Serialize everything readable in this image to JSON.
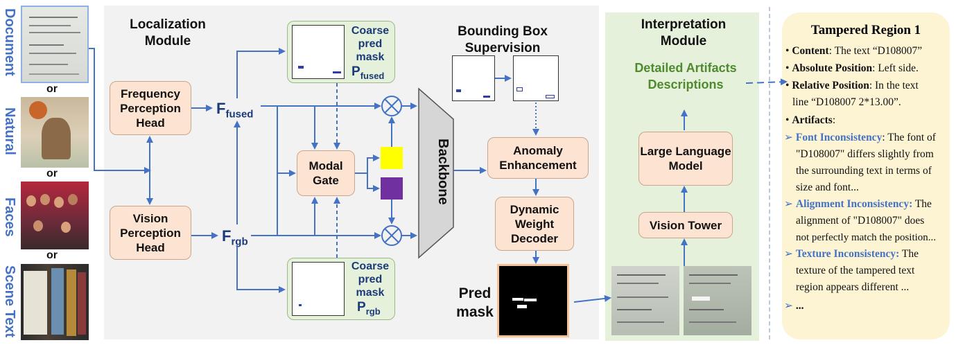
{
  "inputs": {
    "document": "Document",
    "natural": "Natural",
    "faces": "Faces",
    "scene_text": "Scene Text",
    "or": "or"
  },
  "localization": {
    "title": "Localization Module",
    "freq_head": "Frequency Perception Head",
    "vision_head": "Vision Perception Head",
    "modal_gate": "Modal Gate",
    "f_fused": "F",
    "f_fused_sub": "fused",
    "f_rgb": "F",
    "f_rgb_sub": "rgb",
    "coarse_top": "Coarse pred mask",
    "p_fused": "P",
    "p_fused_sub": "fused",
    "coarse_bottom": "Coarse pred mask",
    "p_rgb": "P",
    "p_rgb_sub": "rgb",
    "backbone": "Backbone",
    "bbox_title": "Bounding Box Supervision",
    "anomaly": "Anomaly Enhancement",
    "decoder": "Dynamic Weight Decoder",
    "pred_mask": "Pred mask"
  },
  "interpretation": {
    "title": "Interpretation Module",
    "output": "Detailed Artifacts Descriptions",
    "llm": "Large Language Model",
    "vision_tower": "Vision Tower"
  },
  "tampered": {
    "title": "Tampered Region 1",
    "content_label": "Content",
    "content_value": ": The text “D108007”",
    "abs_label": "Absolute Position",
    "abs_value": ": Left side.",
    "rel_label": "Relative Position",
    "rel_value_1": ": In the text",
    "rel_value_2": "line “D108007  2*13.00”.",
    "artifacts_label": "Artifacts",
    "font_label": "Font Inconsistency",
    "font_1": ": The font of",
    "font_2": "\"D108007\" differs slightly from",
    "font_3": "the surrounding text in terms of",
    "font_4": "size and font...",
    "align_label": "Alignment Inconsistency:",
    "align_1": " The",
    "align_2": "alignment of \"D108007\" does",
    "align_3": "not perfectly match the position...",
    "texture_label": "Texture Inconsistency:",
    "texture_1": " The",
    "texture_2": "texture of the tampered text",
    "texture_3": "region appears different ...",
    "ellipsis": "..."
  },
  "colors": {
    "arrow": "#4472c4",
    "box_fill": "#fde3d2",
    "green_panel": "#e6f1dc",
    "gray_panel": "#f2f2f2",
    "yellow": "#ffff00",
    "purple": "#7030a0",
    "output_text": "#4f8a2e",
    "tamper_panel": "#fdf4d3"
  }
}
